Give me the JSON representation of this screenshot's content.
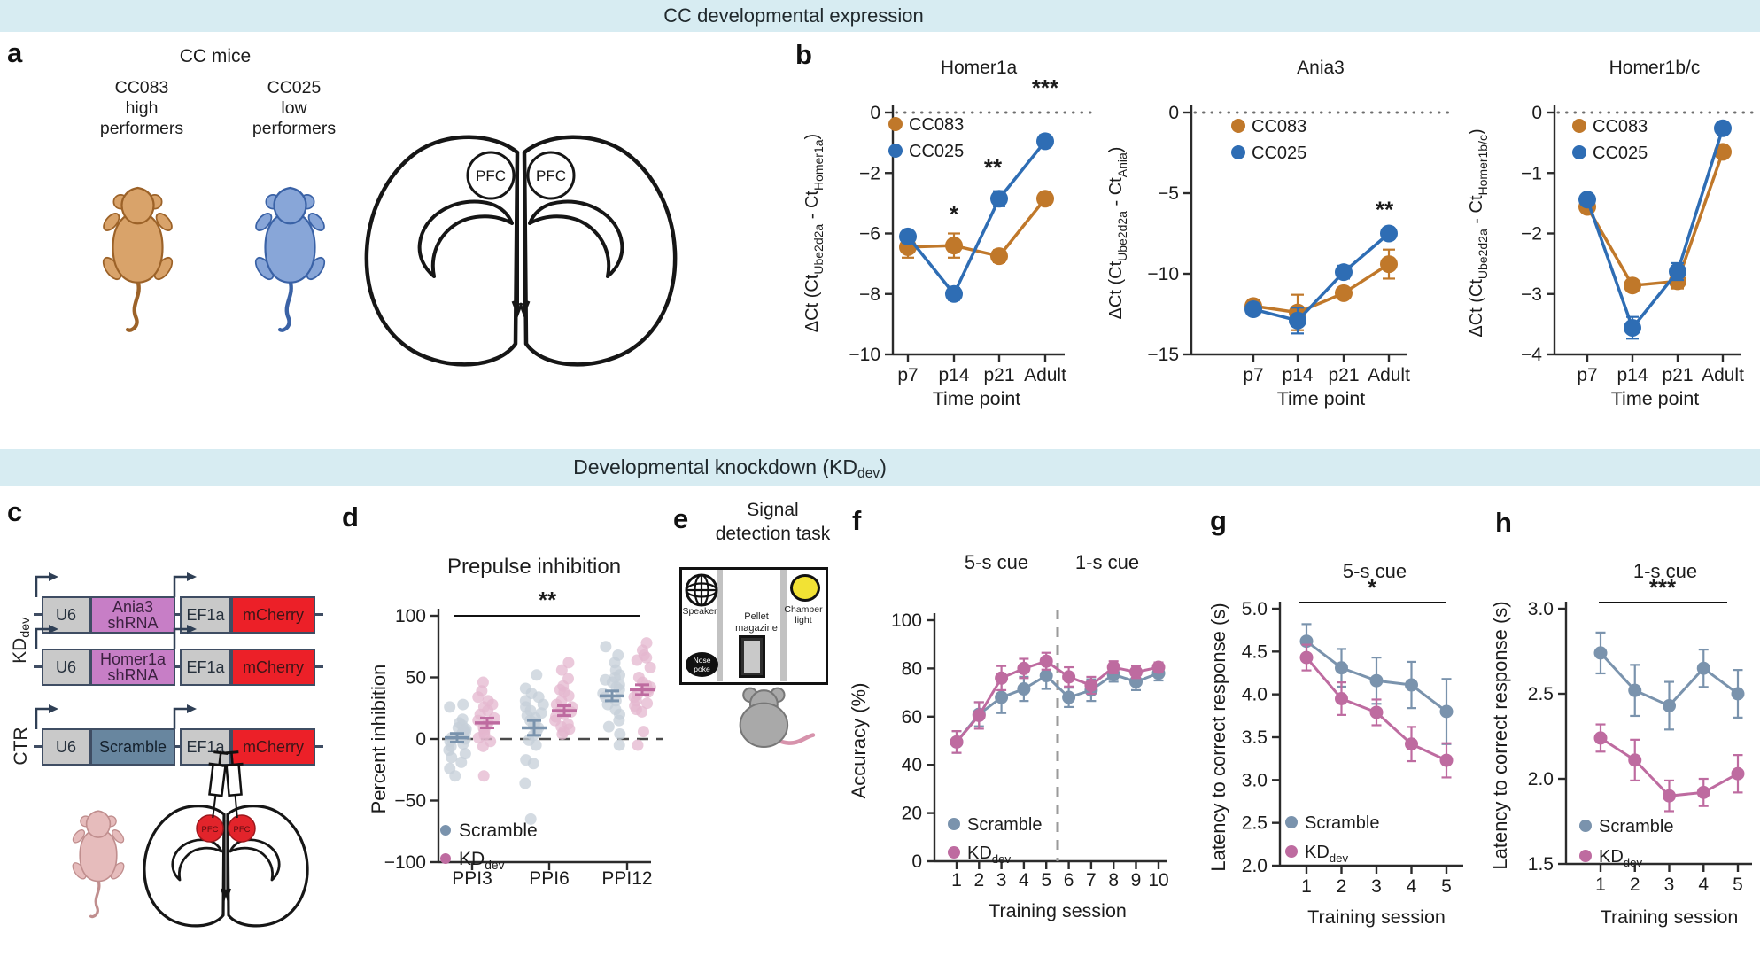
{
  "banner_top": {
    "text": "CC developmental expression"
  },
  "banner_mid": {
    "pre": "Developmental knockdown (KD",
    "sub": "dev",
    "post": ")"
  },
  "colors": {
    "banner_bg": "#d7ecf2",
    "cc083": "#c0782a",
    "cc025": "#2e6db4",
    "scramble": "#7a93ad",
    "kd": "#be6ba0",
    "scatter_gray": "#c5cfd8",
    "scatter_pink": "#e4b7cf",
    "mcherry": "#ec2028",
    "shrna_purple": "#c77ec6",
    "scramble_box": "#68869f",
    "promoter_gray": "#c9c9c9",
    "chamber_yellow": "#f2e234"
  },
  "panel_a": {
    "label": "a",
    "title": "CC mice",
    "group1": {
      "line1": "CC083",
      "line2": "high",
      "line3": "performers"
    },
    "group2": {
      "line1": "CC025",
      "line2": "low",
      "line3": "performers"
    },
    "pfc": "PFC"
  },
  "panel_b": {
    "label": "b"
  },
  "panel_c": {
    "label": "c",
    "group1": {
      "pre": "KD",
      "sub": "dev"
    },
    "group2": "CTR",
    "rows": [
      {
        "p1": "U6",
        "gene": [
          "Ania3",
          "shRNA"
        ],
        "p2": "EF1a",
        "rep": "mCherry"
      },
      {
        "p1": "U6",
        "gene": [
          "Homer1a",
          "shRNA"
        ],
        "p2": "EF1a",
        "rep": "mCherry"
      },
      {
        "p1": "U6",
        "gene": [
          "Scramble"
        ],
        "p2": "EF1a",
        "rep": "mCherry"
      }
    ],
    "pfc": "PFC"
  },
  "panel_d": {
    "label": "d"
  },
  "panel_e": {
    "label": "e",
    "title1": "Signal",
    "title2": "detection task",
    "speaker": "Speaker",
    "chamber1": "Chamber",
    "chamber2": "light",
    "pellet1": "Pellet",
    "pellet2": "magazine",
    "nose1": "Nose",
    "nose2": "poke"
  },
  "panel_f": {
    "label": "f"
  },
  "panel_g": {
    "label": "g"
  },
  "panel_h": {
    "label": "h"
  },
  "chart_data": [
    {
      "id": "homer1a",
      "type": "line",
      "title": "Homer1a",
      "ylabel": [
        {
          "t": "ΔCt (Ct"
        },
        {
          "t": "Ube2d2a",
          "sub": true
        },
        {
          "t": " - Ct"
        },
        {
          "t": "Homer1a",
          "sub": true
        },
        {
          "t": ")"
        }
      ],
      "xlabel": "Time point",
      "categories": [
        "p7",
        "p14",
        "p21",
        "Adult"
      ],
      "yticks": [
        0,
        -2,
        -6,
        -8,
        -10
      ],
      "ytick_labels": [
        "0",
        "−2",
        "−6",
        "−8",
        "−10"
      ],
      "zero_line": "dotted",
      "series": [
        {
          "name": "CC083",
          "color_key": "cc083",
          "values": [
            -6.45,
            -6.4,
            -6.75,
            -3.7
          ],
          "err": [
            0.35,
            0.4,
            0.2,
            0.2
          ]
        },
        {
          "name": "CC025",
          "color_key": "cc025",
          "values": [
            -6.1,
            -8.0,
            -3.7,
            -0.95
          ],
          "err": [
            0.2,
            0.2,
            0.5,
            0.2
          ]
        }
      ],
      "legend": [
        {
          "pre": "CC083"
        },
        {
          "pre": "CC025"
        }
      ],
      "annotations": [
        {
          "text": "*",
          "cat": 1,
          "dx": 0,
          "v": -5.25
        },
        {
          "text": "**",
          "cat": 2,
          "dx": -7,
          "v": -2.15
        },
        {
          "text": "***",
          "cat": 3,
          "dx": 0,
          "v": 0.55
        }
      ]
    },
    {
      "id": "ania3",
      "type": "line",
      "title": "Ania3",
      "ylabel": [
        {
          "t": "ΔCt (Ct"
        },
        {
          "t": "Ube2d2a",
          "sub": true
        },
        {
          "t": " - Ct"
        },
        {
          "t": "Ania",
          "sub": true
        },
        {
          "t": ")"
        }
      ],
      "xlabel": "Time point",
      "categories": [
        "p7",
        "p14",
        "p21",
        "Adult"
      ],
      "yticks": [
        0,
        -5,
        -10,
        -15
      ],
      "ytick_labels": [
        "0",
        "−5",
        "−10",
        "−15"
      ],
      "zero_line": "dotted",
      "series": [
        {
          "name": "CC083",
          "color_key": "cc083",
          "values": [
            -12.0,
            -12.4,
            -11.2,
            -9.4
          ],
          "err": [
            0.4,
            1.1,
            0.3,
            0.9
          ]
        },
        {
          "name": "CC025",
          "color_key": "cc025",
          "values": [
            -12.2,
            -12.9,
            -9.9,
            -7.5
          ],
          "err": [
            0.3,
            0.8,
            0.4,
            0.3
          ]
        }
      ],
      "legend": [
        {
          "pre": "CC083"
        },
        {
          "pre": "CC025"
        }
      ],
      "annotations": [
        {
          "text": "**",
          "cat": 3,
          "dx": -5,
          "v": -6.5
        }
      ]
    },
    {
      "id": "homer1bc",
      "type": "line",
      "title": "Homer1b/c",
      "ylabel": [
        {
          "t": "ΔCt (Ct"
        },
        {
          "t": "Ube2d2a",
          "sub": true
        },
        {
          "t": " - Ct"
        },
        {
          "t": "Homer1b/c",
          "sub": true
        },
        {
          "t": ")"
        }
      ],
      "xlabel": "Time point",
      "categories": [
        "p7",
        "p14",
        "p21",
        "Adult"
      ],
      "yticks": [
        0,
        -1,
        -2,
        -3,
        -4
      ],
      "ytick_labels": [
        "0",
        "−1",
        "−2",
        "−3",
        "−4"
      ],
      "zero_line": "dotted",
      "series": [
        {
          "name": "CC083",
          "color_key": "cc083",
          "values": [
            -1.56,
            -2.86,
            -2.79,
            -0.65
          ],
          "err": [
            0.06,
            0.06,
            0.12,
            0.06
          ]
        },
        {
          "name": "CC025",
          "color_key": "cc025",
          "values": [
            -1.44,
            -3.56,
            -2.63,
            -0.26
          ],
          "err": [
            0.06,
            0.18,
            0.14,
            0.06
          ]
        }
      ],
      "legend": [
        {
          "pre": "CC083"
        },
        {
          "pre": "CC025"
        }
      ],
      "annotations": []
    },
    {
      "id": "ppi",
      "type": "scatter",
      "title": "Prepulse inhibition",
      "ylabel": [
        {
          "t": "Percent inhibition"
        }
      ],
      "categories": [
        "PPI3",
        "PPI6",
        "PPI12"
      ],
      "yticks": [
        100,
        50,
        0,
        -50,
        -100
      ],
      "ytick_labels": [
        "100",
        "50",
        "0",
        "−50",
        "−100"
      ],
      "zero_line": "dashed",
      "sig": {
        "text": "**"
      },
      "legend": [
        {
          "pre": "Scramble"
        },
        {
          "pre": "KD",
          "sub": "dev"
        }
      ],
      "groups": [
        {
          "name": "Scramble",
          "color_key": "scramble",
          "dot_key": "scatter_gray",
          "means": [
            1,
            9,
            35
          ],
          "sems": [
            3.5,
            6,
            4
          ],
          "points": [
            [
              28,
              26,
              16,
              13,
              11,
              9,
              8,
              7,
              6,
              5,
              4,
              2,
              1,
              0,
              -2,
              -4,
              -6,
              -9,
              -12,
              -15,
              -19,
              -24,
              -30
            ],
            [
              52,
              41,
              37,
              34,
              31,
              28,
              26,
              23,
              21,
              19,
              17,
              15,
              13,
              11,
              9,
              6,
              3,
              -1,
              -5,
              -17,
              -20,
              -36,
              -65
            ],
            [
              75,
              68,
              62,
              56,
              52,
              50,
              48,
              46,
              44,
              42,
              40,
              37,
              34,
              31,
              28,
              24,
              20,
              15,
              10,
              4,
              -5
            ]
          ]
        },
        {
          "name": "KDdev",
          "color_key": "kd",
          "dot_key": "scatter_pink",
          "means": [
            13,
            23,
            40
          ],
          "sems": [
            4,
            4,
            4
          ],
          "points": [
            [
              46,
              39,
              34,
              31,
              28,
              26,
              23,
              20,
              17,
              15,
              13,
              11,
              9,
              7,
              5,
              3,
              1,
              -2,
              -6,
              -30
            ],
            [
              62,
              56,
              49,
              43,
              40,
              38,
              35,
              31,
              28,
              26,
              24,
              22,
              20,
              18,
              15,
              12,
              10,
              8,
              6,
              4
            ],
            [
              78,
              72,
              68,
              66,
              64,
              58,
              50,
              46,
              44,
              42,
              40,
              38,
              36,
              34,
              31,
              29,
              27,
              24,
              22,
              6,
              -5
            ]
          ]
        }
      ]
    },
    {
      "id": "accuracy",
      "type": "line",
      "headers": [
        {
          "text": "5-s cue"
        },
        {
          "text": "1-s cue"
        }
      ],
      "ylabel": [
        {
          "t": "Accuracy (%)"
        }
      ],
      "xlabel": "Training session",
      "categories": [
        "1",
        "2",
        "3",
        "4",
        "5",
        "6",
        "7",
        "8",
        "9",
        "10"
      ],
      "yticks": [
        100,
        80,
        60,
        40,
        20,
        0
      ],
      "ytick_labels": [
        "100",
        "80",
        "60",
        "40",
        "20",
        "0"
      ],
      "series": [
        {
          "name": "Scramble",
          "color_key": "scramble",
          "values": [
            49.5,
            61,
            68,
            71.5,
            77,
            68,
            71,
            77.5,
            74.5,
            78
          ],
          "err": [
            4.5,
            5,
            6.5,
            5,
            5.5,
            4,
            4.5,
            3,
            3.5,
            3
          ]
        },
        {
          "name": "KDdev",
          "color_key": "kd",
          "values": [
            49.5,
            60.5,
            76,
            80,
            83,
            76.5,
            73,
            80.5,
            78.5,
            80.5
          ],
          "err": [
            4.5,
            5.5,
            5,
            4,
            3.5,
            4,
            3.5,
            2.5,
            2.5,
            2
          ]
        }
      ],
      "legend": [
        {
          "pre": "Scramble"
        },
        {
          "pre": "KD",
          "sub": "dev"
        }
      ],
      "annotations": []
    },
    {
      "id": "latency5",
      "type": "line",
      "title": "5-s cue",
      "sig": {
        "text": "*"
      },
      "ylabel": [
        {
          "t": "Latency to correct response (s)"
        }
      ],
      "xlabel": "Training session",
      "categories": [
        "1",
        "2",
        "3",
        "4",
        "5"
      ],
      "yticks": [
        5.0,
        4.5,
        4.0,
        3.5,
        3.0,
        2.5,
        2.0
      ],
      "ytick_labels": [
        "5.0",
        "4.5",
        "4.0",
        "3.5",
        "3.0",
        "2.5",
        "2.0"
      ],
      "series": [
        {
          "name": "Scramble",
          "color_key": "scramble",
          "values": [
            4.62,
            4.31,
            4.16,
            4.11,
            3.8
          ],
          "err": [
            0.2,
            0.22,
            0.27,
            0.27,
            0.38
          ]
        },
        {
          "name": "KDdev",
          "color_key": "kd",
          "values": [
            4.43,
            3.95,
            3.79,
            3.42,
            3.23
          ],
          "err": [
            0.15,
            0.19,
            0.15,
            0.2,
            0.2
          ]
        }
      ],
      "legend": [
        {
          "pre": "Scramble"
        },
        {
          "pre": "KD",
          "sub": "dev"
        }
      ],
      "annotations": []
    },
    {
      "id": "latency1",
      "type": "line",
      "title": "1-s cue",
      "sig": {
        "text": "***"
      },
      "ylabel": [
        {
          "t": "Latency to correct response (s)"
        }
      ],
      "xlabel": "Training session",
      "categories": [
        "1",
        "2",
        "3",
        "4",
        "5"
      ],
      "yticks": [
        3.0,
        2.5,
        2.0,
        1.5
      ],
      "ytick_labels": [
        "3.0",
        "2.5",
        "2.0",
        "1.5"
      ],
      "series": [
        {
          "name": "Scramble",
          "color_key": "scramble",
          "values": [
            2.74,
            2.52,
            2.43,
            2.65,
            2.5
          ],
          "err": [
            0.12,
            0.15,
            0.14,
            0.11,
            0.14
          ]
        },
        {
          "name": "KDdev",
          "color_key": "kd",
          "values": [
            2.24,
            2.11,
            1.9,
            1.92,
            2.03
          ],
          "err": [
            0.08,
            0.12,
            0.09,
            0.08,
            0.11
          ]
        }
      ],
      "legend": [
        {
          "pre": "Scramble"
        },
        {
          "pre": "KD",
          "sub": "dev"
        }
      ],
      "annotations": []
    }
  ]
}
